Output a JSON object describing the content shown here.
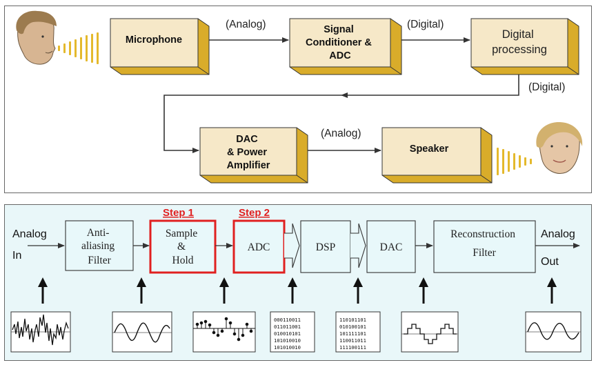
{
  "top": {
    "blocks": {
      "microphone": [
        "Microphone"
      ],
      "adc": [
        "Signal",
        "Conditioner &",
        "ADC"
      ],
      "processing": [
        "Digital",
        "processing"
      ],
      "dac": [
        "DAC",
        "& Power",
        "Amplifier"
      ],
      "speaker": [
        "Speaker"
      ]
    },
    "flow_labels": {
      "mic_to_adc": "(Analog)",
      "adc_to_proc": "(Digital)",
      "proc_out": "(Digital)",
      "dac_to_speaker": "(Analog)"
    }
  },
  "bottom": {
    "input_label": [
      "Analog",
      "In"
    ],
    "output_label": [
      "Analog",
      "Out"
    ],
    "blocks": {
      "anti_alias": [
        "Anti-",
        "aliasing",
        "Filter"
      ],
      "sample_hold": [
        "Sample",
        "&",
        "Hold"
      ],
      "adc": [
        "ADC"
      ],
      "dsp": [
        "DSP"
      ],
      "dac": [
        "DAC"
      ],
      "reconstruction": [
        "Reconstruction",
        "Filter"
      ]
    },
    "steps": {
      "step1": "Step 1",
      "step2": "Step 2"
    },
    "bits_adc": [
      "000110011",
      "011011001",
      "010010101",
      "101010010",
      "101010010"
    ],
    "bits_dsp": [
      "110101101",
      "010100101",
      "101111101",
      "110011011",
      "111100111"
    ]
  },
  "colors": {
    "box_face": "#f6e8c8",
    "box_side": "#d9ac2a",
    "step_highlight": "#e02020",
    "block_fill": "#e8f8fa",
    "bottom_bg": "#e9f7f9"
  }
}
